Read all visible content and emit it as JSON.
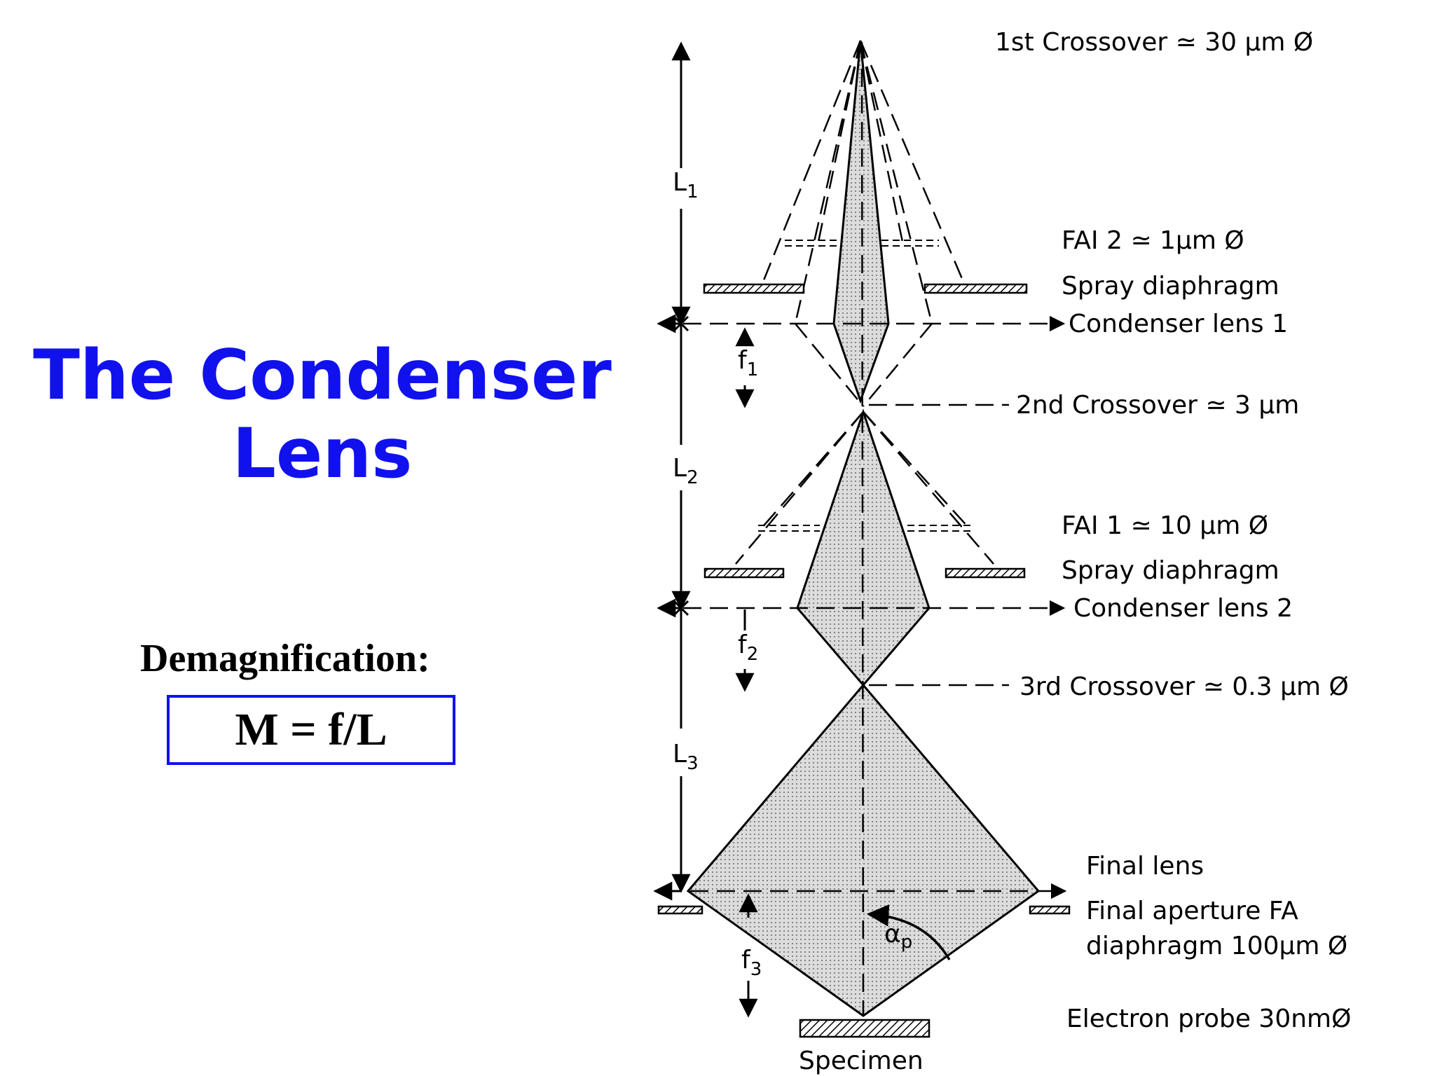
{
  "title": {
    "line1": "The Condenser",
    "line2": "Lens"
  },
  "demagnification": {
    "label": "Demagnification:",
    "formula": "M = f/L"
  },
  "colors": {
    "title": "#1111ee",
    "box_border": "#1111ee",
    "beam_fill": "#d8d8d8"
  },
  "diagram": {
    "labels": {
      "crossover1": "1st Crossover ≃ 30 µm Ø",
      "fai2": "FAI 2 ≃ 1µm Ø",
      "spray1": "Spray diaphragm",
      "condenser1": "Condenser lens 1",
      "crossover2": "2nd Crossover ≃ 3 µm",
      "fai1": "FAI 1 ≃ 10 µm Ø",
      "spray2": "Spray diaphragm",
      "condenser2": "Condenser lens 2",
      "crossover3": "3rd Crossover ≃ 0.3 µm Ø",
      "final_lens": "Final lens",
      "final_aperture": "Final aperture FA",
      "diaphragm": "diaphragm 100µm Ø",
      "probe": "Electron probe 30nmØ",
      "specimen": "Specimen",
      "alpha": "α",
      "alpha_sub": "p"
    },
    "lengths": [
      {
        "name": "L",
        "sub": "1"
      },
      {
        "name": "L",
        "sub": "2"
      },
      {
        "name": "L",
        "sub": "3"
      }
    ],
    "focal": [
      {
        "name": "f",
        "sub": "1"
      },
      {
        "name": "f",
        "sub": "2"
      },
      {
        "name": "f",
        "sub": "3"
      }
    ]
  }
}
